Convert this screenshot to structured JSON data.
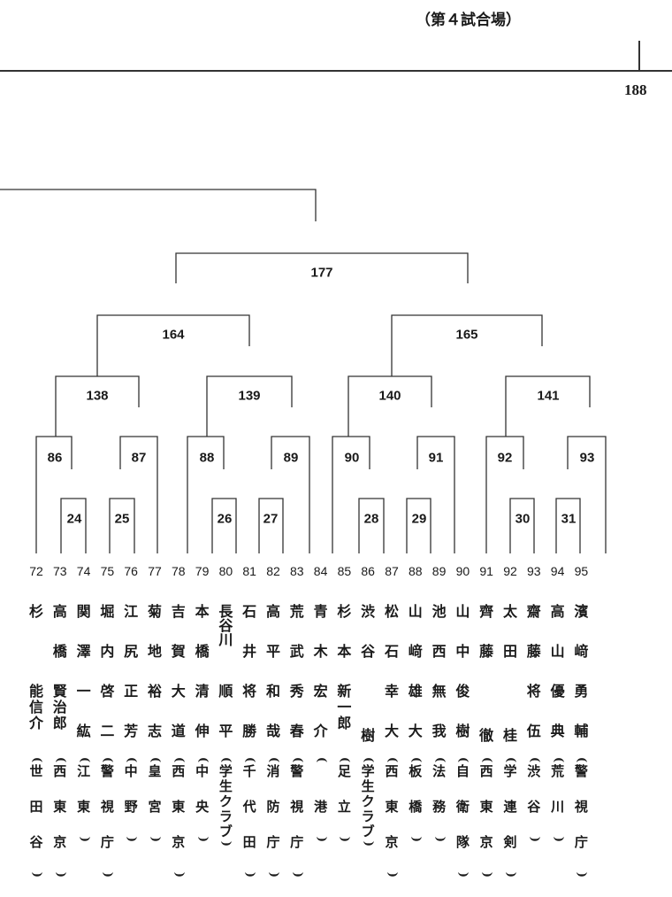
{
  "header": {
    "venue_label": "（第４試合場）",
    "page_number": "188"
  },
  "bracket": {
    "round3": [
      "86",
      "87",
      "88",
      "89",
      "90",
      "91",
      "92",
      "93"
    ],
    "round2": [
      "24",
      "25",
      "26",
      "27",
      "28",
      "29",
      "30",
      "31"
    ],
    "round4": [
      "138",
      "139",
      "140",
      "141"
    ],
    "round5": [
      "164",
      "165"
    ],
    "round6": [
      "177"
    ]
  },
  "players": [
    {
      "num": "72",
      "surname": "杉",
      "given": "能信介",
      "aff": "世田谷"
    },
    {
      "num": "73",
      "surname": "高橋",
      "given": "賢治郎",
      "aff": "西東京"
    },
    {
      "num": "74",
      "surname": "関澤",
      "given": "一紘",
      "aff": "江東"
    },
    {
      "num": "75",
      "surname": "堀内",
      "given": "啓二",
      "aff": "警視庁"
    },
    {
      "num": "76",
      "surname": "江尻",
      "given": "正芳",
      "aff": "中野"
    },
    {
      "num": "77",
      "surname": "菊地",
      "given": "裕志",
      "aff": "皇宮"
    },
    {
      "num": "78",
      "surname": "吉賀",
      "given": "大道",
      "aff": "西東京"
    },
    {
      "num": "79",
      "surname": "本橋",
      "given": "清伸",
      "aff": "中央"
    },
    {
      "num": "80",
      "surname": "長谷川",
      "given": "順平",
      "aff": "学生クラブ"
    },
    {
      "num": "81",
      "surname": "石井",
      "given": "将勝",
      "aff": "千代田"
    },
    {
      "num": "82",
      "surname": "高平",
      "given": "和哉",
      "aff": "消防庁"
    },
    {
      "num": "83",
      "surname": "荒武",
      "given": "秀春",
      "aff": "警視庁"
    },
    {
      "num": "84",
      "surname": "青木",
      "given": "宏介",
      "aff": "港"
    },
    {
      "num": "85",
      "surname": "杉本",
      "given": "新一郎",
      "aff": "足立"
    },
    {
      "num": "86",
      "surname": "渋谷",
      "given": "樹",
      "aff": "学生クラブ"
    },
    {
      "num": "87",
      "surname": "松石",
      "given": "幸大",
      "aff": "西東京"
    },
    {
      "num": "88",
      "surname": "山﨑",
      "given": "雄大",
      "aff": "板橋"
    },
    {
      "num": "89",
      "surname": "池西",
      "given": "無我",
      "aff": "法務"
    },
    {
      "num": "90",
      "surname": "山中",
      "given": "俊樹",
      "aff": "自衛隊"
    },
    {
      "num": "91",
      "surname": "齊藤",
      "given": "徹",
      "aff": "西東京"
    },
    {
      "num": "92",
      "surname": "太田",
      "given": "桂",
      "aff": "学連剣"
    },
    {
      "num": "93",
      "surname": "齋藤",
      "given": "将伍",
      "aff": "渋谷"
    },
    {
      "num": "94",
      "surname": "高山",
      "given": "優典",
      "aff": "荒川"
    },
    {
      "num": "95",
      "surname": "濱﨑",
      "given": "勇輔",
      "aff": "警視庁"
    }
  ]
}
